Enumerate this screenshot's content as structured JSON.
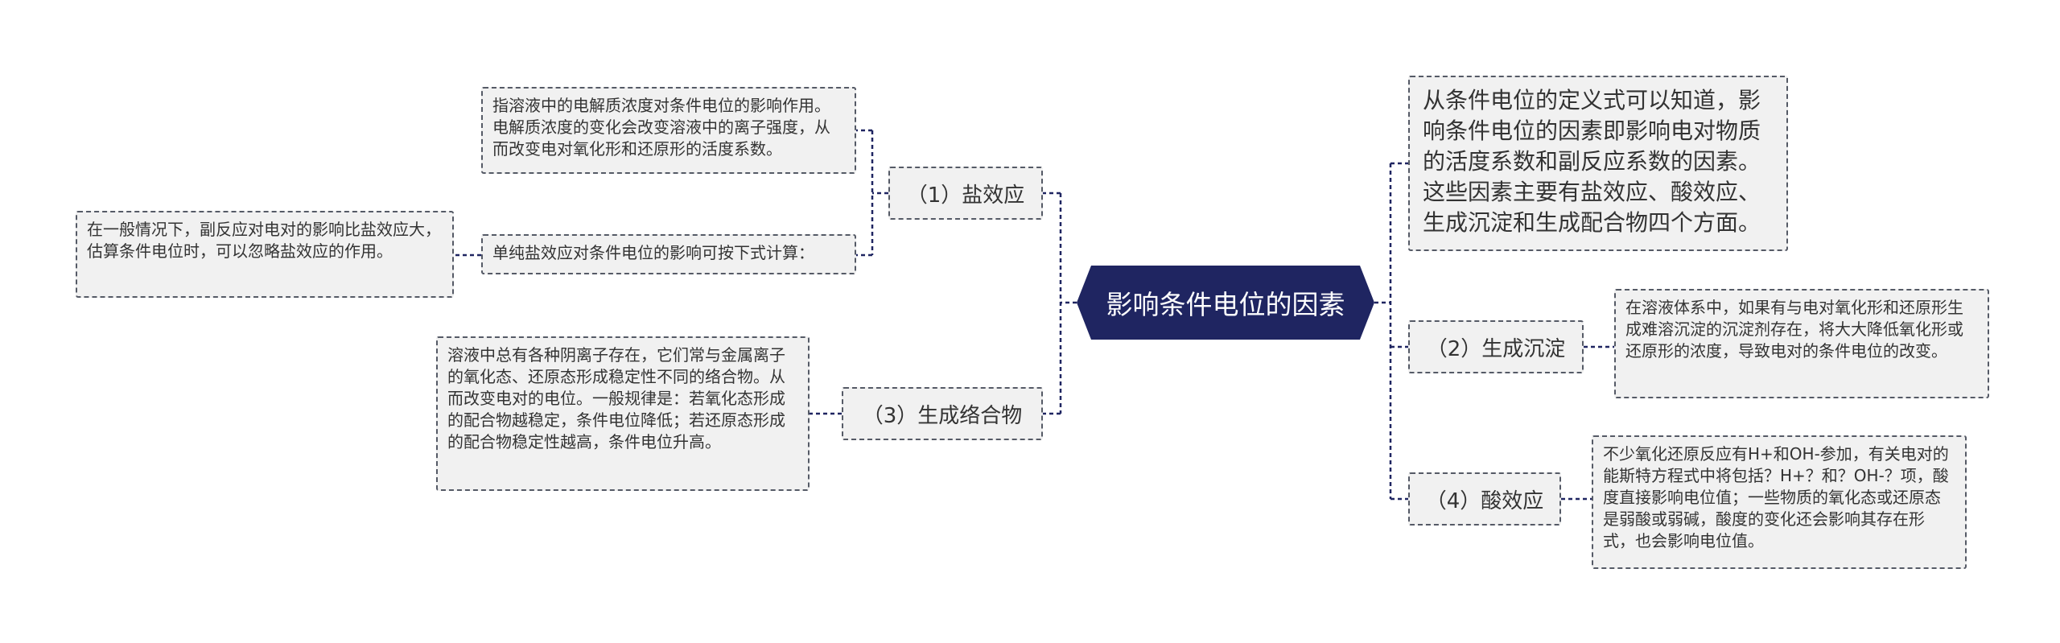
{
  "root": {
    "label": "影响条件电位的因素"
  },
  "description": "从条件电位的定义式可以知道，影响条件电位的因素即影响电对物质的活度系数和副反应系数的因素。这些因素主要有盐效应、酸效应、生成沉淀和生成配合物四个方面。",
  "branches": {
    "salt": {
      "label": "（1）盐效应",
      "leaf_definition": "指溶液中的电解质浓度对条件电位的影响作用。电解质浓度的变化会改变溶液中的离子强度，从而改变电对氧化形和还原形的活度系数。",
      "leaf_formula": "单纯盐效应对条件电位的影响可按下式计算：",
      "leaf_note": "在一般情况下，副反应对电对的影响比盐效应大，估算条件电位时，可以忽略盐效应的作用。"
    },
    "complex": {
      "label": "（3）生成络合物",
      "leaf": "溶液中总有各种阴离子存在，它们常与金属离子的氧化态、还原态形成稳定性不同的络合物。从而改变电对的电位。一般规律是：若氧化态形成的配合物越稳定，条件电位降低；若还原态形成的配合物稳定性越高，条件电位升高。"
    },
    "precipitate": {
      "label": "（2）生成沉淀",
      "leaf": "在溶液体系中，如果有与电对氧化形和还原形生成难溶沉淀的沉淀剂存在，将大大降低氧化形或还原形的浓度，导致电对的条件电位的改变。"
    },
    "acid": {
      "label": "（4）酸效应",
      "leaf": "不少氧化还原反应有H+和OH-参加，有关电对的能斯特方程式中将包括？H+？和？OH-？项，酸度直接影响电位值；一些物质的氧化态或还原态是弱酸或弱碱，酸度的变化还会影响其存在形式，也会影响电位值。"
    }
  },
  "colors": {
    "root_fill": "#1f2561",
    "node_fill": "#f1f1f1",
    "border": "#555a66",
    "text": "#333333"
  }
}
